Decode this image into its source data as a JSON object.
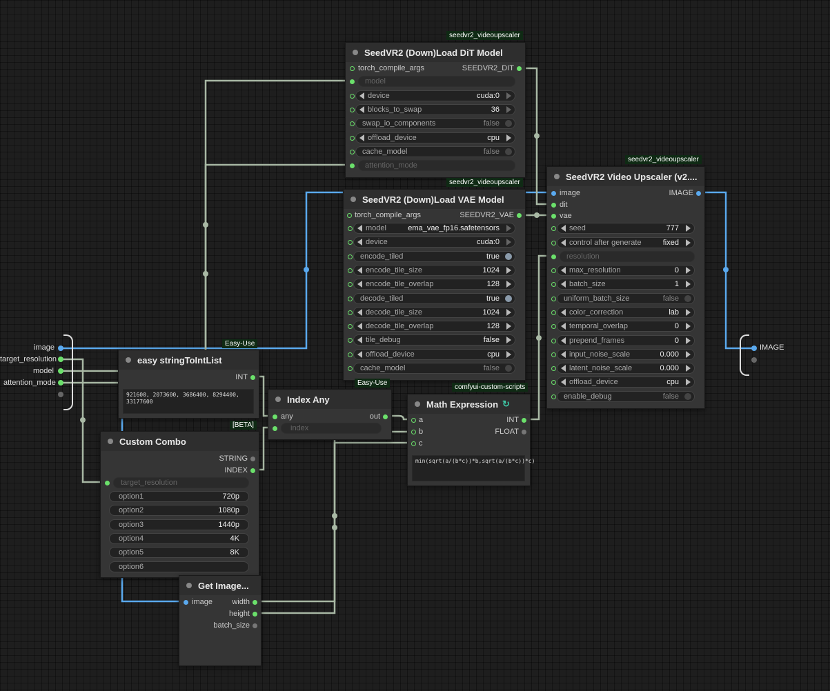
{
  "canvas": {
    "background": "#1e1e1e"
  },
  "colors": {
    "wire_gray": "#a8b8a4",
    "wire_blue": "#5aa9ee",
    "slot_green": "#6be06b",
    "badge_bg": "#0f2a14"
  },
  "group_inputs": [
    "image",
    "target_resolution",
    "model",
    "attention_mode"
  ],
  "group_output": "IMAGE",
  "dit": {
    "badge": "seedvr2_videoupscaler",
    "title": "SeedVR2 (Down)Load DiT Model",
    "in_label": "torch_compile_args",
    "out_label": "SEEDVR2_DIT",
    "model": "model",
    "device_label": "device",
    "device": "cuda:0",
    "blocks_label": "blocks_to_swap",
    "blocks": "36",
    "swap_io_label": "swap_io_components",
    "swap_io": "false",
    "offload_label": "offload_device",
    "offload": "cpu",
    "cache_label": "cache_model",
    "cache": "false",
    "attention": "attention_mode"
  },
  "vae": {
    "badge": "seedvr2_videoupscaler",
    "title": "SeedVR2 (Down)Load VAE Model",
    "in_label": "torch_compile_args",
    "out_label": "SEEDVR2_VAE",
    "widgets": [
      {
        "label": "model",
        "value": "ema_vae_fp16.safetensors",
        "kind": "combo-dim"
      },
      {
        "label": "device",
        "value": "cuda:0",
        "kind": "combo-dim"
      },
      {
        "label": "encode_tiled",
        "value": "true",
        "kind": "toggle-on"
      },
      {
        "label": "encode_tile_size",
        "value": "1024",
        "kind": "number"
      },
      {
        "label": "encode_tile_overlap",
        "value": "128",
        "kind": "number"
      },
      {
        "label": "decode_tiled",
        "value": "true",
        "kind": "toggle-on"
      },
      {
        "label": "decode_tile_size",
        "value": "1024",
        "kind": "number"
      },
      {
        "label": "decode_tile_overlap",
        "value": "128",
        "kind": "number"
      },
      {
        "label": "tile_debug",
        "value": "false",
        "kind": "number"
      },
      {
        "label": "offload_device",
        "value": "cpu",
        "kind": "number"
      },
      {
        "label": "cache_model",
        "value": "false",
        "kind": "toggle-off"
      }
    ]
  },
  "upscaler": {
    "badge": "seedvr2_videoupscaler",
    "title": "SeedVR2 Video Upscaler (v2....",
    "inputs": [
      "image",
      "dit",
      "vae"
    ],
    "out_label": "IMAGE",
    "resolution": "resolution",
    "widgets": [
      {
        "label": "seed",
        "value": "777",
        "kind": "number"
      },
      {
        "label": "control after generate",
        "value": "fixed",
        "kind": "number"
      },
      {
        "label": "max_resolution",
        "value": "0",
        "kind": "number"
      },
      {
        "label": "batch_size",
        "value": "1",
        "kind": "number"
      },
      {
        "label": "uniform_batch_size",
        "value": "false",
        "kind": "toggle-off"
      },
      {
        "label": "color_correction",
        "value": "lab",
        "kind": "number"
      },
      {
        "label": "temporal_overlap",
        "value": "0",
        "kind": "number"
      },
      {
        "label": "prepend_frames",
        "value": "0",
        "kind": "number"
      },
      {
        "label": "input_noise_scale",
        "value": "0.000",
        "kind": "number"
      },
      {
        "label": "latent_noise_scale",
        "value": "0.000",
        "kind": "number"
      },
      {
        "label": "offload_device",
        "value": "cpu",
        "kind": "number"
      },
      {
        "label": "enable_debug",
        "value": "false",
        "kind": "toggle-off"
      }
    ]
  },
  "stringlist": {
    "badge": "Easy-Use",
    "title": "easy stringToIntList",
    "out_label": "INT",
    "text": "921600, 2073600, 3686400, 8294400, 33177600"
  },
  "indexany": {
    "badge": "Easy-Use",
    "title": "Index Any",
    "in_label": "any",
    "out_label": "out",
    "index": "index"
  },
  "math": {
    "badge": "comfyui-custom-scripts",
    "title": "Math Expression",
    "inputs": [
      "a",
      "b",
      "c"
    ],
    "outputs": [
      "INT",
      "FLOAT"
    ],
    "expr": "min(sqrt(a/(b*c))*b,sqrt(a/(b*c))*c)"
  },
  "combo": {
    "badge": "[BETA]",
    "title": "Custom Combo",
    "outputs": [
      "STRING",
      "INDEX"
    ],
    "input": "target_resolution",
    "options": [
      {
        "label": "option1",
        "value": "720p"
      },
      {
        "label": "option2",
        "value": "1080p"
      },
      {
        "label": "option3",
        "value": "1440p"
      },
      {
        "label": "option4",
        "value": "4K"
      },
      {
        "label": "option5",
        "value": "8K"
      },
      {
        "label": "option6",
        "value": ""
      }
    ]
  },
  "getimage": {
    "title": "Get Image...",
    "in_label": "image",
    "outputs": [
      "width",
      "height",
      "batch_size"
    ]
  }
}
